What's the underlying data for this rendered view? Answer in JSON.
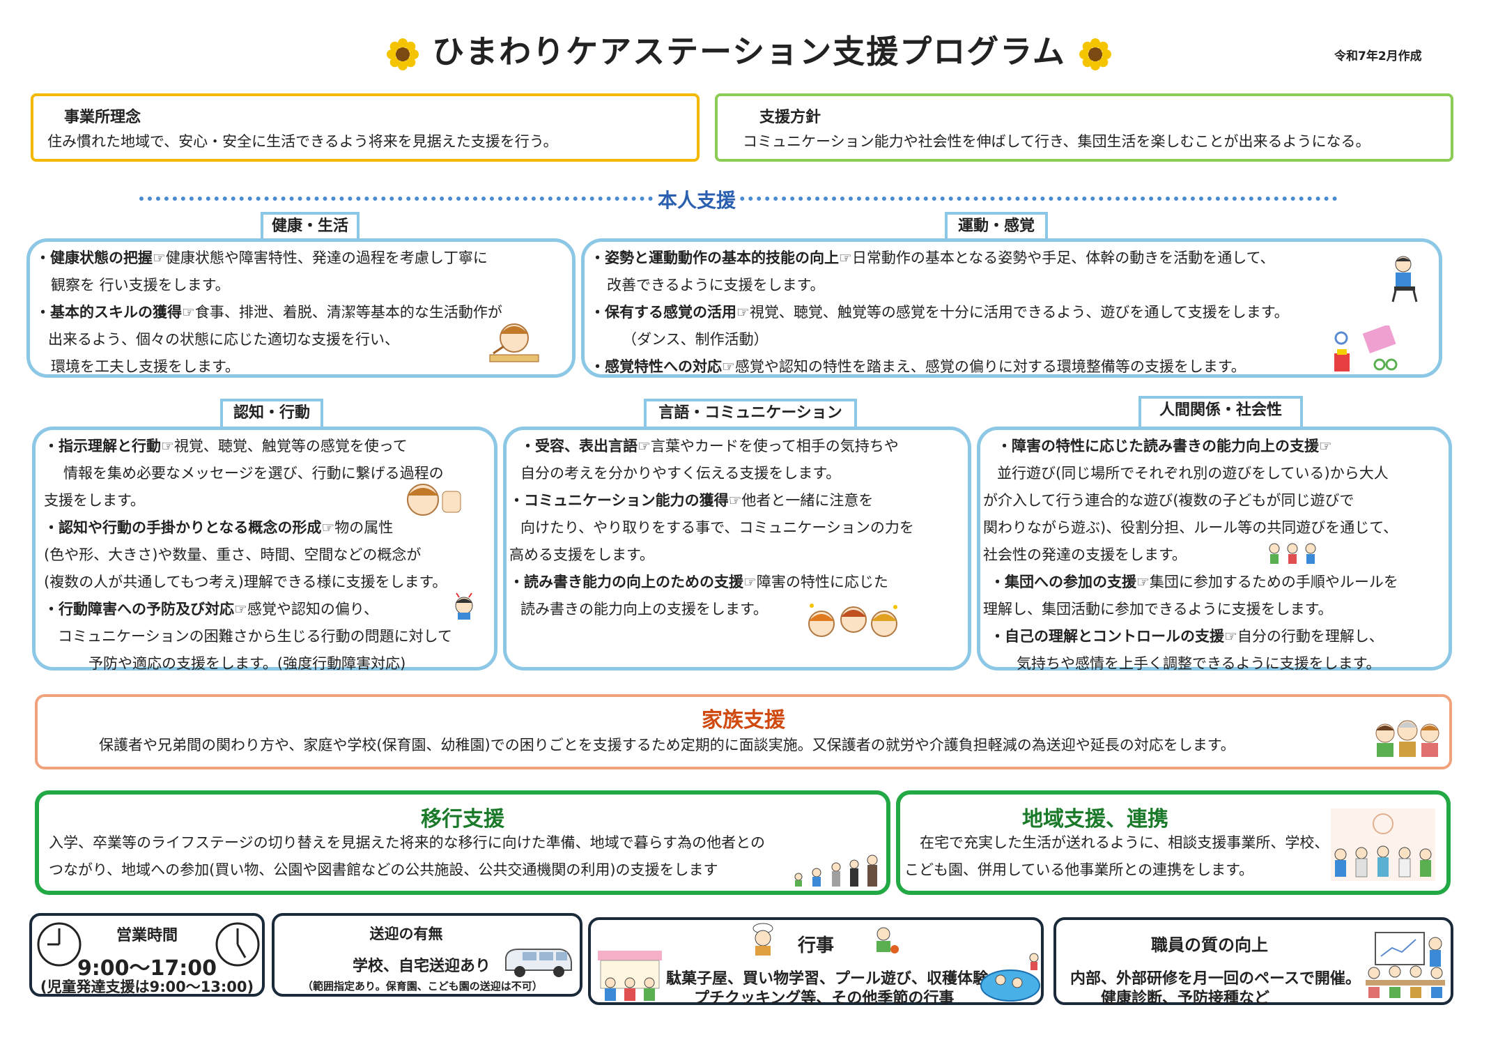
{
  "title": "ひまわりケアステーション支援プログラム",
  "date": "令和7年2月作成",
  "rinen": {
    "heading": "事業所理念",
    "text": "住み慣れた地域で、安心・安全に生活できるよう将来を見据えた支援を行う。"
  },
  "houshin": {
    "heading": "支援方針",
    "text": "コミュニケーション能力や社会性を伸ばして行き、集団生活を楽しむことが出来るようになる。"
  },
  "honnin_title": "本人支援",
  "kenkou": {
    "tab": "健康・生活",
    "b1": "・健康状態の把握",
    "t1a": "☞健康状態や障害特性、発達の過程を考慮し丁寧に",
    "t1b": "観察を 行い支援をします。",
    "b2": "・基本的スキルの獲得",
    "t2a": "☞食事、排泄、着脱、清潔等基本的な生活動作が",
    "t2b": "出来るよう、個々の状態に応じた適切な支援を行い、",
    "t2c": "環境を工夫し支援をします。"
  },
  "undou": {
    "tab": "運動・感覚",
    "b1": "・姿勢と運動動作の基本的技能の向上",
    "t1a": "☞日常動作の基本となる姿勢や手足、体幹の動きを活動を通して、",
    "t1b": "改善できるように支援をします。",
    "b2": "・保有する感覚の活用",
    "t2a": "☞視覚、聴覚、触覚等の感覚を十分に活用できるよう、遊びを通して支援をします。",
    "t2b": "（ダンス、制作活動）",
    "b3": "・感覚特性への対応",
    "t3a": "☞感覚や認知の特性を踏まえ、感覚の偏りに対する環境整備等の支援をします。"
  },
  "ninchi": {
    "tab": "認知・行動",
    "b1": "・指示理解と行動",
    "t1a": "☞視覚、聴覚、触覚等の感覚を使って",
    "t1b": "情報を集め必要なメッセージを選び、行動に繋げる過程の",
    "t1c": "支援をします。",
    "b2": "・認知や行動の手掛かりとなる概念の形成",
    "t2a": "☞物の属性",
    "t2b": "(色や形、大きさ)や数量、重さ、時間、空間などの概念が",
    "t2c": "(複数の人が共通してもつ考え)理解できる様に支援をします。",
    "b3": "・行動障害への予防及び対応",
    "t3a": "☞感覚や認知の偏り、",
    "t3b": "コミュニケーションの困難さから生じる行動の問題に対して",
    "t3c": "予防や適応の支援をします。(強度行動障害対応)"
  },
  "gengo": {
    "tab": "言語・コミュニケーション",
    "b1": "・受容、表出言語",
    "t1a": "☞言葉やカードを使って相手の気持ちや",
    "t1b": "自分の考えを分かりやすく伝える支援をします。",
    "b2": "・コミュニケーション能力の獲得",
    "t2a": "☞他者と一緒に注意を",
    "t2b": "向けたり、やり取りをする事で、コミュニケーションの力を",
    "t2c": "高める支援をします。",
    "b3": "・読み書き能力の向上のための支援",
    "t3a": "☞障害の特性に応じた",
    "t3b": "読み書きの能力向上の支援をします。"
  },
  "ningen": {
    "tab": "人間関係・社会性",
    "b1": "・障害の特性に応じた読み書きの能力向上の支援",
    "t1a": "☞",
    "t1b": "並行遊び(同じ場所でそれぞれ別の遊びをしている)から大人",
    "t1c": "が介入して行う連合的な遊び(複数の子どもが同じ遊びで",
    "t1d": "関わりながら遊ぶ)、役割分担、ルール等の共同遊びを通じて、",
    "t1e": "社会性の発達の支援をします。",
    "b2": "・集団への参加の支援",
    "t2a": "☞集団に参加するための手順やルールを",
    "t2b": "理解し、集団活動に参加できるように支援をします。",
    "b3": "・自己の理解とコントロールの支援",
    "t3a": "☞自分の行動を理解し、",
    "t3b": "気持ちや感情を上手く調整できるように支援をします。"
  },
  "kazoku": {
    "title": "家族支援",
    "text": "保護者や兄弟間の関わり方や、家庭や学校(保育園、幼稚園)での困りごとを支援するため定期的に面談実施。又保護者の就労や介護負担軽減の為送迎や延長の対応をします。"
  },
  "ikou": {
    "title": "移行支援",
    "text1": "入学、卒業等のライフステージの切り替えを見据えた将来的な移行に向けた準備、地域で暮らす為の他者との",
    "text2": "つながり、地域への参加(買い物、公園や図書館などの公共施設、公共交通機関の利用)の支援をします"
  },
  "chiiki": {
    "title": "地域支援、連携",
    "text1": "在宅で充実した生活が送れるように、相談支援事業所、学校、",
    "text2": "こども園、併用している他事業所との連携をします。"
  },
  "eigyou": {
    "title": "営業時間",
    "time": "9:00～17:00",
    "sub": "(児童発達支援は9:00～13:00)"
  },
  "sougei": {
    "title": "送迎の有無",
    "text": "学校、自宅送迎あり",
    "sub": "（範囲指定あり。保育園、こども園の送迎は不可）"
  },
  "gyouji": {
    "title": "行事",
    "text1": "駄菓子屋、買い物学習、プール遊び、収穫体験",
    "text2": "プチクッキング等、その他季節の行事"
  },
  "shokuin": {
    "title": "職員の質の向上",
    "text1": "内部、外部研修を月一回のペースで開催。",
    "text2": "健康診断、予防接種など"
  }
}
